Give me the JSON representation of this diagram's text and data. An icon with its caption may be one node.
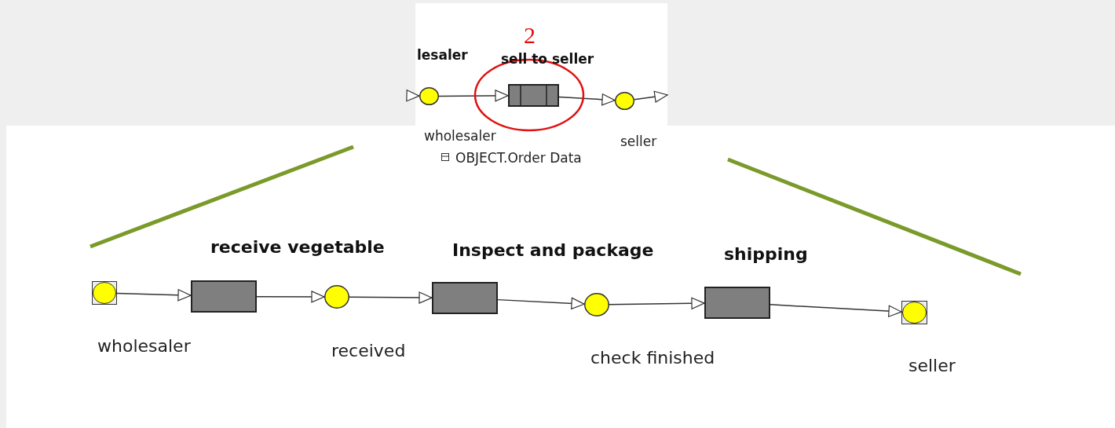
{
  "diagram": {
    "nodes": [
      {
        "text": [],
        "shape": "circle",
        "beside": [
          "wholesaler"
        ]
      },
      {
        "text": [
          "sell to seller"
        ]
      },
      {
        "text": [],
        "shape": "circle",
        "beside": [
          "seller"
        ]
      },
      {
        "text": [],
        "shape": "box",
        "beside": [
          "wholesaler"
        ]
      },
      {
        "text": [
          "receive vegetable"
        ]
      },
      {
        "text": [],
        "shape": "circle",
        "beside": [
          "received"
        ]
      },
      {
        "text": [
          "Inspect and package"
        ]
      },
      {
        "text": [],
        "shape": "circle",
        "beside": [
          "check finished"
        ]
      },
      {
        "text": [
          "shipping"
        ]
      },
      {
        "text": [],
        "shape": "box",
        "beside": [
          "seller"
        ]
      }
    ],
    "edges": [
      {
        "from": null,
        "to": 0,
        "arrow": "to"
      },
      {
        "from": 0,
        "to": 1,
        "arrow": "to"
      },
      {
        "from": 1,
        "to": 2,
        "arrow": "to"
      },
      {
        "from": 2,
        "to": null,
        "arrow": "to"
      },
      {
        "from": 3,
        "to": 4,
        "arrow": "to"
      },
      {
        "from": 4,
        "to": 5,
        "arrow": "to"
      },
      {
        "from": 5,
        "to": 6,
        "arrow": "to"
      },
      {
        "from": 6,
        "to": 7,
        "arrow": "to"
      },
      {
        "from": 7,
        "to": 8,
        "arrow": "to"
      },
      {
        "from": 8,
        "to": 9,
        "arrow": "to"
      }
    ],
    "labels": [
      "lesaler",
      "2",
      "OBJECT.Order Data"
    ]
  }
}
